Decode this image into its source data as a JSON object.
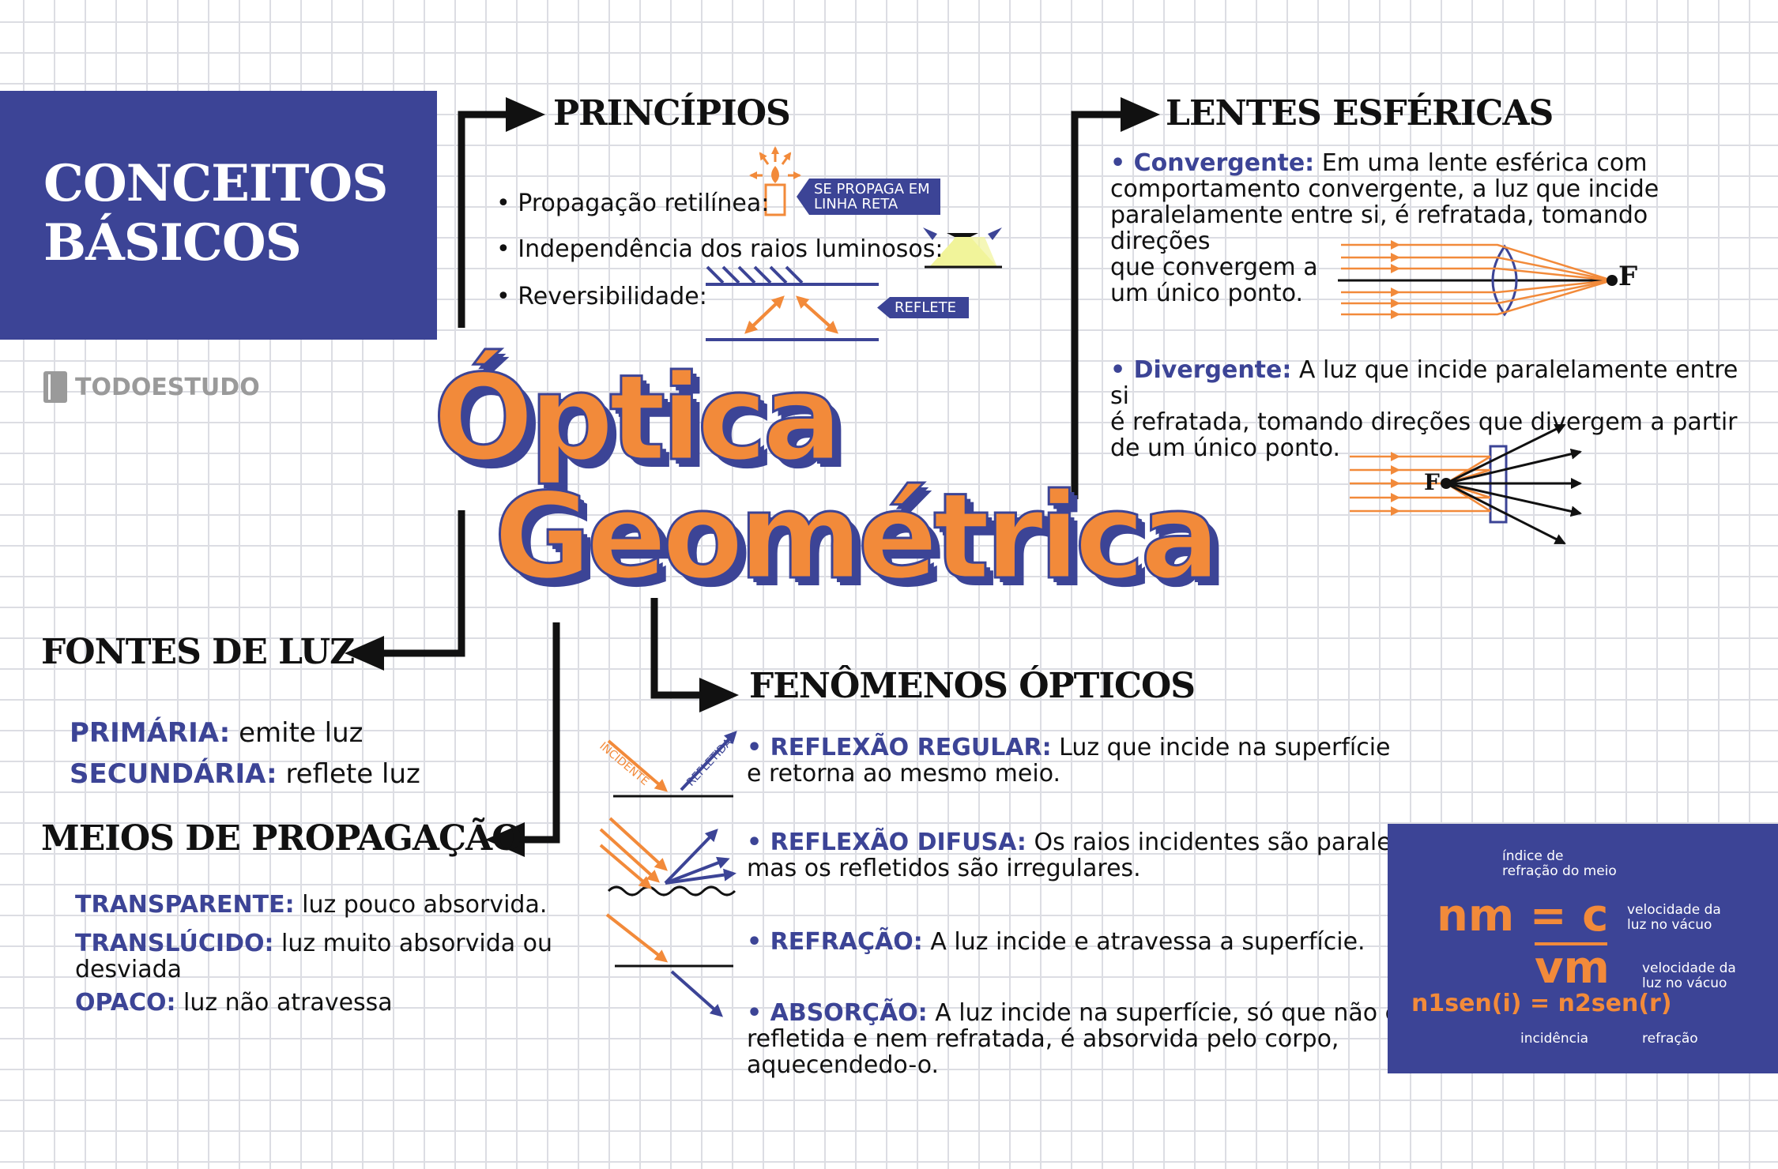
{
  "title_box": {
    "line1": "CONCEITOS",
    "line2": "BÁSICOS"
  },
  "brand": "TODOESTUDO",
  "main_title": {
    "line1": "Óptica",
    "line2": "Geométrica"
  },
  "principios": {
    "heading": "PRINCÍPIOS",
    "items": [
      {
        "bullet": "•",
        "label": "Propagação retilínea:"
      },
      {
        "bullet": "•",
        "label": "Independência dos raios luminosos:"
      },
      {
        "bullet": "•",
        "label": "Reversibilidade:"
      }
    ],
    "tag_propaga": "SE PROPAGA EM LINHA RETA",
    "tag_reflete": "REFLETE"
  },
  "lentes": {
    "heading": "LENTES ESFÉRICAS",
    "convergente": {
      "term": "• Convergente:",
      "lines": [
        "Em uma lente esférica com",
        "comportamento convergente, a luz que incide",
        "paralelamente entre si, é refratada, tomando direções",
        "que convergem a",
        "um único ponto."
      ],
      "focus": "F"
    },
    "divergente": {
      "term": "• Divergente:",
      "lines": [
        "A luz que incide paralelamente entre si",
        "é refratada, tomando direções que divergem a partir",
        "de um único ponto."
      ],
      "focus": "F"
    }
  },
  "fontes": {
    "heading": "FONTES DE LUZ",
    "items": [
      {
        "term": "PRIMÁRIA:",
        "desc": "emite luz"
      },
      {
        "term": "SECUNDÁRIA:",
        "desc": "reflete luz"
      }
    ]
  },
  "meios": {
    "heading": "MEIOS DE PROPAGAÇÃO",
    "items": [
      {
        "term": "TRANSPARENTE:",
        "desc": "luz pouco absorvida."
      },
      {
        "term": "TRANSLÚCIDO:",
        "desc": "luz muito absorvida ou",
        "desc2": "desviada"
      },
      {
        "term": "OPACO:",
        "desc": "luz não atravessa"
      }
    ]
  },
  "fenomenos": {
    "heading": "FENÔMENOS ÓPTICOS",
    "diagram_labels": {
      "incidente": "INCIDENTE",
      "refletida": "REFLETIDA"
    },
    "items": [
      {
        "term": "• REFLEXÃO REGULAR:",
        "line1": "Luz que incide na superfície",
        "line2": "e retorna ao mesmo meio."
      },
      {
        "term": "• REFLEXÃO DIFUSA:",
        "line1": "Os raios incidentes são paralelos,",
        "line2": "mas os refletidos são irregulares."
      },
      {
        "term": "• REFRAÇÃO:",
        "line1": "A luz incide e atravessa a superfície.",
        "line2": ""
      },
      {
        "term": "• ABSORÇÃO:",
        "line1": "A luz incide na superfície, só que não é",
        "line2": "refletida e nem refratada, é absorvida pelo corpo,",
        "line3": "aquecendedo-o."
      }
    ]
  },
  "formula": {
    "indice_label_1": "índice de",
    "indice_label_2": "refração do meio",
    "numerator": "nm = c",
    "denominator": "vm",
    "vel1_1": "velocidade da",
    "vel1_2": "luz no vácuo",
    "vel2_1": "velocidade da",
    "vel2_2": "luz no vácuo",
    "snell": "n1sen(i) = n2sen(r)",
    "incidencia": "incidência",
    "refracao": "refração"
  },
  "colors": {
    "navy": "#3c4496",
    "orange": "#f28a3a",
    "black": "#111111",
    "yellow": "#f1f39a"
  }
}
